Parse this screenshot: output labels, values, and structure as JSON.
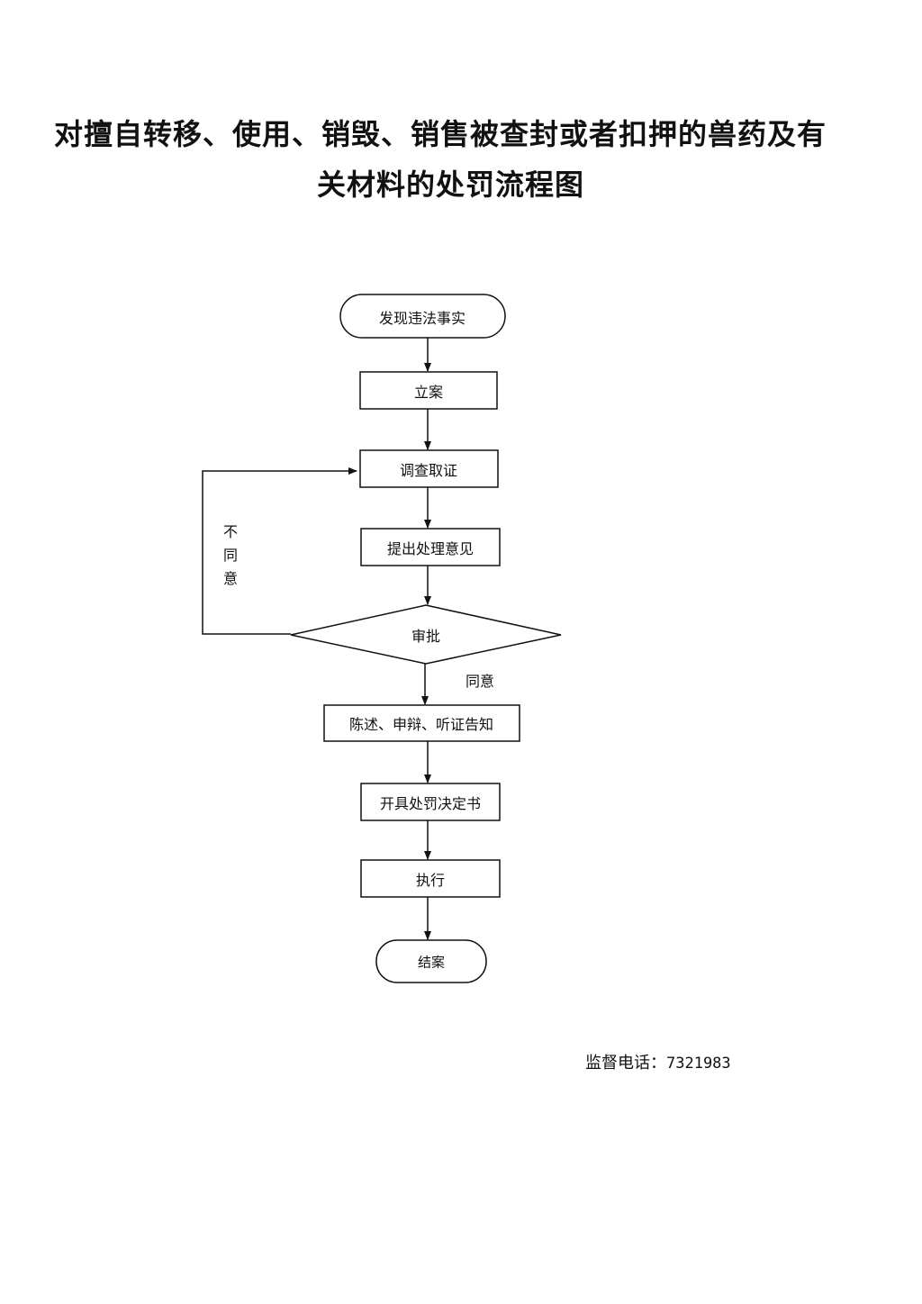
{
  "title": {
    "line1": "对擅自转移、使用、销毁、销售被查封或者扣押的兽药及有",
    "line2": "关材料的处罚流程图"
  },
  "flow": {
    "start": "发现违法事实",
    "step_file": "立案",
    "step_investigate": "调查取证",
    "step_opinion": "提出处理意见",
    "decision": "审批",
    "step_notify": "陈述、申辩、听证告知",
    "step_decision_doc": "开具处罚决定书",
    "step_execute": "执行",
    "end": "结案",
    "disagree_chars": [
      "不",
      "同",
      "意"
    ],
    "agree_label": "同意"
  },
  "footer": {
    "hotline_label": "监督电话：",
    "hotline_number": "7321983"
  }
}
